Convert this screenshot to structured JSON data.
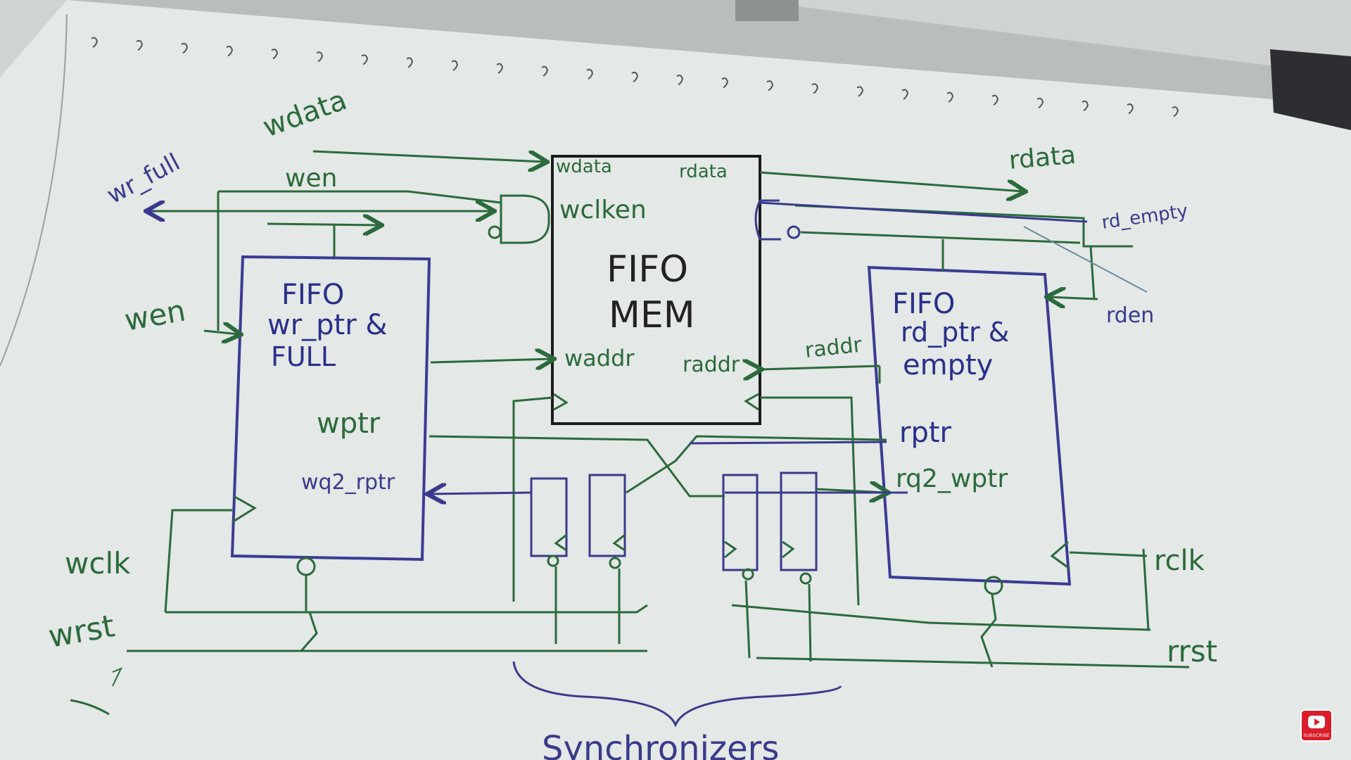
{
  "colors": {
    "wire_green": "#2b6a3c",
    "wire_blue": "#3a3a8c",
    "box_outline": "#3b3b94",
    "mem_outline": "#1c1c1c",
    "board": "#e4e8e6"
  },
  "signals": {
    "wr_full": "wr_full",
    "wdata_in": "wdata",
    "wen_top": "wen",
    "wen_left": "wen",
    "wclk": "wclk",
    "wrst": "wrst",
    "rdata_out": "rdata",
    "rd_empty": "rd_empty",
    "rden": "rden",
    "rclk": "rclk",
    "rrst": "rrst",
    "raddr_wire": "raddr"
  },
  "mem_block": {
    "wdata": "wdata",
    "rdata": "rdata",
    "wclken": "wclken",
    "title1": "FIFO",
    "title2": "MEM",
    "waddr": "waddr",
    "raddr": "raddr"
  },
  "wr_block": {
    "line1": "FIFO",
    "line2": "wr_ptr &",
    "line3": "FULL",
    "wptr": "wptr",
    "wq2_rptr": "wq2_rptr"
  },
  "rd_block": {
    "line1": "FIFO",
    "line2": "rd_ptr &",
    "line3": "empty",
    "rptr": "rptr",
    "rq2_wptr": "rq2_wptr"
  },
  "bottom_label": "Synchronizers",
  "subscribe_icon": "subscribe-icon",
  "subscribe_text": "SUBSCRIBE"
}
